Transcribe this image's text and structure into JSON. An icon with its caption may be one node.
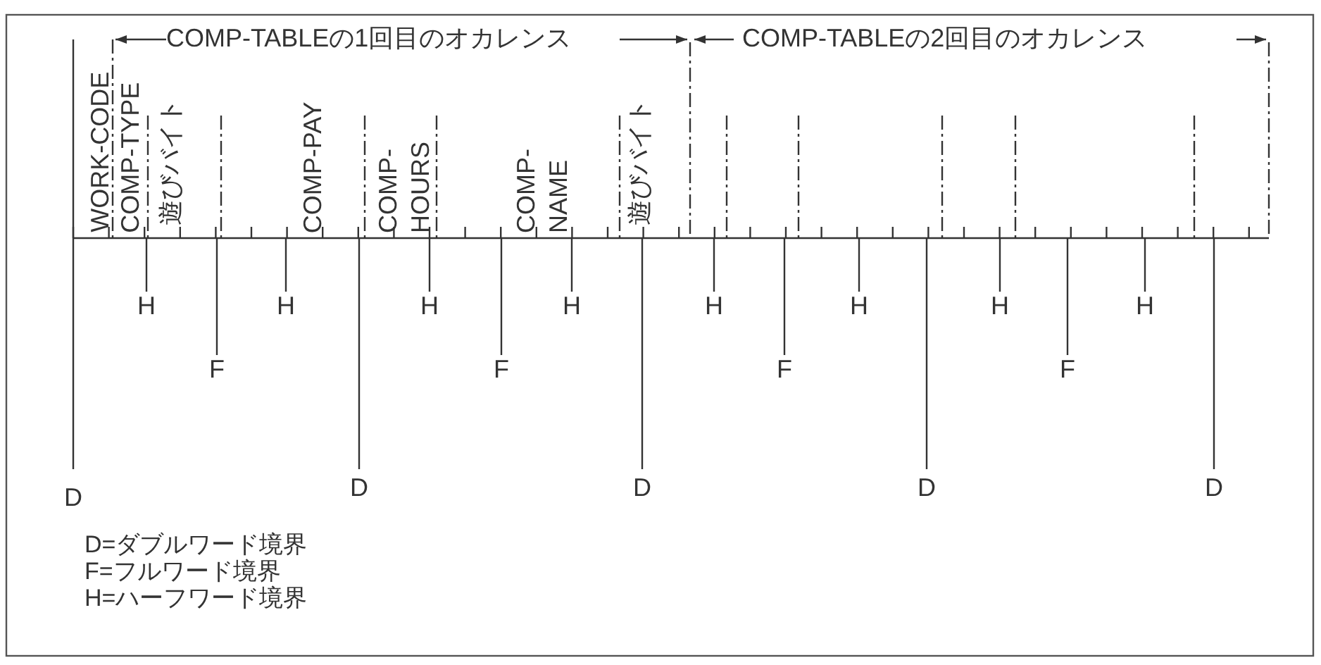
{
  "diagram": {
    "labels": [
      "COMP-TABLEの1回目のオカレンス",
      "COMP-TABLEの2回目のオカレンス",
      "WORK-CODE",
      "COMP-TYPE",
      "遊びバイト",
      "COMP-PAY",
      "COMP- HOURS",
      "COMP- NAME",
      "遊びバイト",
      "H",
      "H",
      "H",
      "H",
      "H",
      "H",
      "H",
      "H",
      "F",
      "F",
      "F",
      "F",
      "D",
      "D",
      "D",
      "D",
      "D",
      "D=ダブルワード境界",
      "F=フルワード境界",
      "H=ハーフワード境界"
    ]
  }
}
